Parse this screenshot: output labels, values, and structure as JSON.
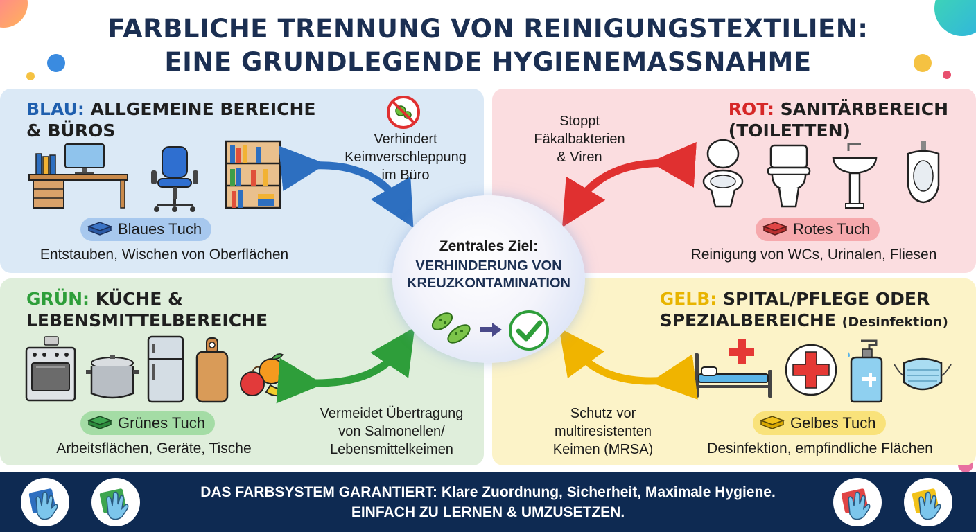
{
  "title": {
    "line1": "FARBLICHE TRENNUNG VON REINIGUNGSTEXTILIEN:",
    "line2": "EINE GRUNDLEGENDE HYGIENEMAßNAHME"
  },
  "quadrants": {
    "blue": {
      "color_word": "BLAU:",
      "heading_rest": "ALLGEMEINE BEREICHE",
      "heading_line2": "& BÜROS",
      "cloth": "Blaues Tuch",
      "description": "Entstauben, Wischen von Oberflächen",
      "color": "#1f5fae",
      "icons": [
        "desk-icon",
        "office-chair-icon",
        "bookshelf-icon"
      ]
    },
    "red": {
      "color_word": "ROT:",
      "heading_rest": "SANITÄRBEREICH",
      "heading_line2": "(TOILETTEN)",
      "cloth": "Rotes Tuch",
      "description": "Reinigung von WCs, Urinalen, Fliesen",
      "color": "#d62828",
      "icons": [
        "toilet-icon",
        "toilet-tank-icon",
        "sink-icon",
        "urinal-icon"
      ]
    },
    "green": {
      "color_word": "GRÜN:",
      "heading_rest": "KÜCHE &",
      "heading_line2": "LEBENSMITTELBEREICHE",
      "cloth": "Grünes Tuch",
      "description": "Arbeitsflächen, Geräte, Tische",
      "color": "#2e9e3a",
      "icons": [
        "stove-icon",
        "pot-icon",
        "fridge-icon",
        "cutting-board-icon",
        "fruit-icon"
      ]
    },
    "yellow": {
      "color_word": "GELB:",
      "heading_rest": "SPITAL/PFLEGE ODER",
      "heading_line2": "SPEZIALBEREICHE",
      "heading_suffix": "(Desinfektion)",
      "cloth": "Gelbes Tuch",
      "description": "Desinfektion, empfindliche Flächen",
      "color": "#e8b400",
      "icons": [
        "hospital-bed-icon",
        "red-cross-icon",
        "sanitizer-icon",
        "face-mask-icon"
      ]
    }
  },
  "notes": {
    "blue": [
      "Verhindert",
      "Keimverschleppung",
      "im Büro"
    ],
    "red": [
      "Stoppt",
      "Fäkalbakterien",
      "& Viren"
    ],
    "green": [
      "Vermeidet Übertragung",
      "von Salmonellen/",
      "Lebensmittelkeimen"
    ],
    "yellow": [
      "Schutz vor",
      "multiresistenten",
      "Keimen (MRSA)"
    ]
  },
  "center": {
    "label": "Zentrales Ziel:",
    "goal_line1": "VERHINDERUNG VON",
    "goal_line2": "KREUZKONTAMINATION"
  },
  "footer": {
    "line1": "DAS FARBSYSTEM GARANTIERT: Klare Zuordnung, Sicherheit, Maximale Hygiene.",
    "line2": "EINFACH ZU LERNEN & UMZUSETZEN."
  },
  "colors": {
    "navy": "#0e2a52",
    "title": "#1b2f52",
    "blue_bg": "#dbe9f6",
    "red_bg": "#fbdde0",
    "green_bg": "#dfeedb",
    "yellow_bg": "#fcf3c8"
  }
}
